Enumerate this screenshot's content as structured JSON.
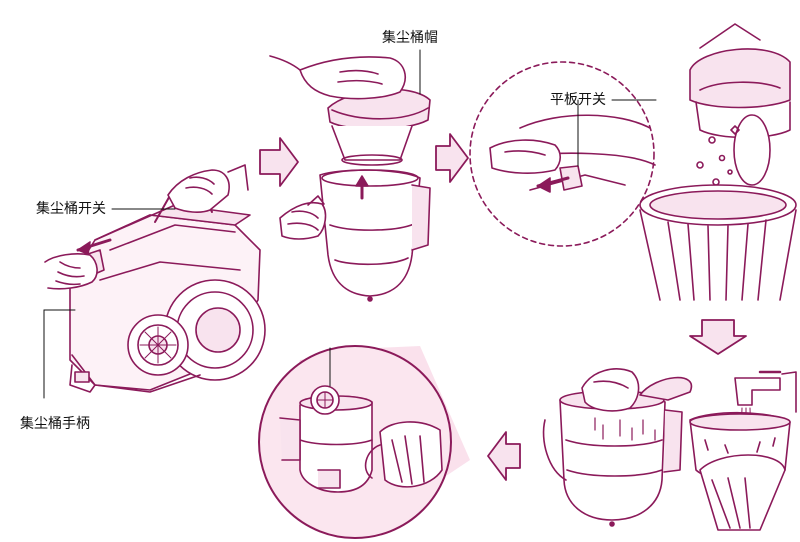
{
  "labels": {
    "cap": "集尘桶帽",
    "flap_switch": "平板开关",
    "bin_switch": "集尘桶开关",
    "bin_handle": "集尘桶手柄"
  },
  "colors": {
    "line": "#8b1a5a",
    "fill_light": "#f8e3ee",
    "zoom_tint": "#f5c9dd",
    "text": "#111111"
  },
  "icons": {
    "arrow_1": "chevron-right-icon",
    "arrow_2": "chevron-right-icon",
    "arrow_3": "chevron-down-icon",
    "arrow_4": "chevron-left-icon"
  }
}
